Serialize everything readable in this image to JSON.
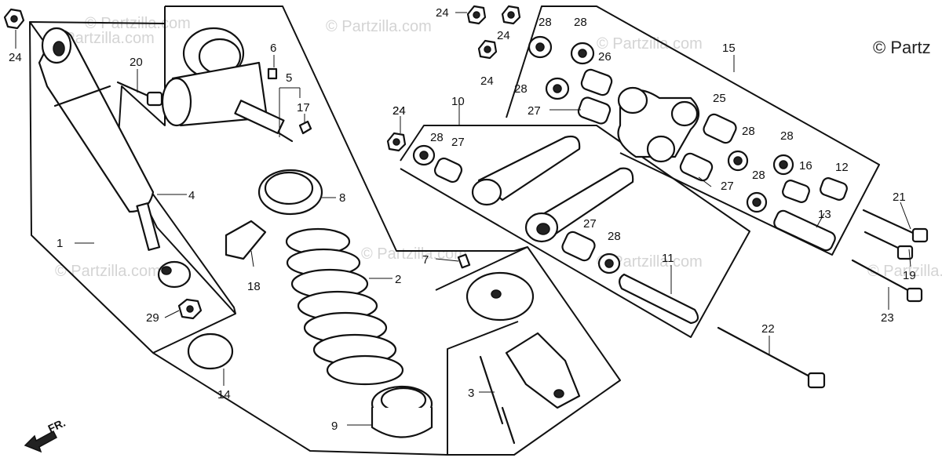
{
  "copyright": "© Partz",
  "watermark": "© Partzilla.com",
  "direction_label": "FR.",
  "callouts": [
    "24",
    "20",
    "1",
    "4",
    "29",
    "14",
    "6",
    "5",
    "17",
    "8",
    "18",
    "2",
    "7",
    "9",
    "3",
    "24",
    "24",
    "24",
    "24",
    "28",
    "28",
    "26",
    "28",
    "27",
    "15",
    "10",
    "27",
    "28",
    "24",
    "25",
    "28",
    "28",
    "27",
    "28",
    "16",
    "12",
    "13",
    "27",
    "28",
    "11",
    "21",
    "19",
    "23",
    "22"
  ]
}
